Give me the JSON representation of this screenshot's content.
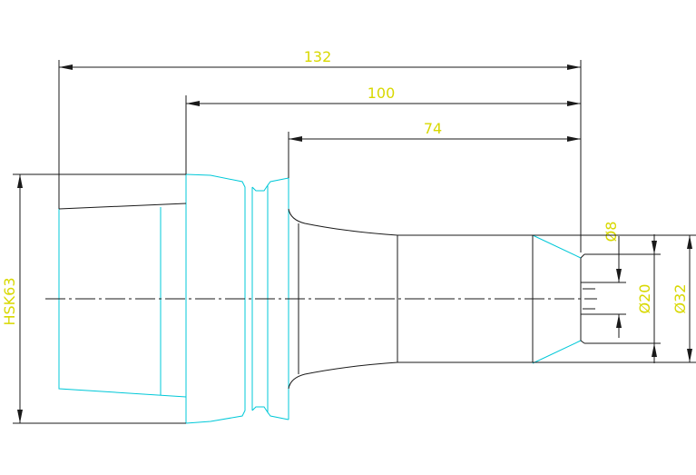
{
  "dimensions": {
    "length_132": "132",
    "length_100": "100",
    "length_74": "74",
    "taper": "HSK63",
    "bore": "Ø8",
    "diameter_20": "Ø20",
    "diameter_32": "Ø32"
  },
  "colors": {
    "part_outline": "#00c8d8",
    "part_hidden": "#1a1a1a",
    "dimension_line": "#1a1a1a",
    "dimension_text": "#d8d800"
  }
}
